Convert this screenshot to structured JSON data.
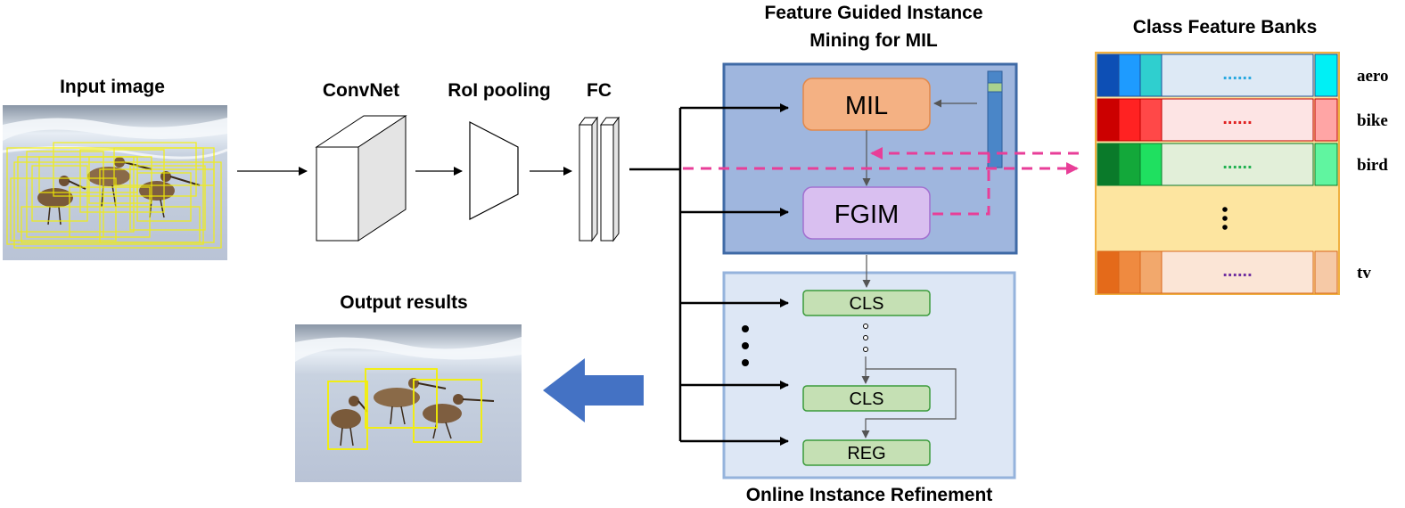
{
  "labels": {
    "input_image": "Input image",
    "convnet": "ConvNet",
    "roi_pooling": "RoI pooling",
    "fc": "FC",
    "fgim_title_line1": "Feature Guided Instance",
    "fgim_title_line2": "Mining for MIL",
    "output_results": "Output results",
    "online_refinement": "Online Instance Refinement",
    "class_feature_banks": "Class Feature Banks"
  },
  "modules": {
    "mil": "MIL",
    "fgim": "FGIM",
    "cls_1": "CLS",
    "cls_2": "CLS",
    "reg": "REG"
  },
  "class_banks": [
    {
      "label": "aero",
      "dots": "......",
      "dot_color": "#29a9e0",
      "cells": [
        "#0d4fb5",
        "#1e9bff",
        "#2fcfcf"
      ],
      "mid_color": "#dde9f5",
      "end_color": "#00f0f5",
      "border": "#1f4e9a"
    },
    {
      "label": "bike",
      "dots": "......",
      "dot_color": "#e02020",
      "cells": [
        "#cc0000",
        "#ff2222",
        "#ff4848"
      ],
      "mid_color": "#fde4e4",
      "end_color": "#ffa5a5",
      "border": "#c00000"
    },
    {
      "label": "bird",
      "dots": "......",
      "dot_color": "#20b050",
      "cells": [
        "#0a7a2a",
        "#13a83a",
        "#1fe060"
      ],
      "mid_color": "#e2efd9",
      "end_color": "#60f5a0",
      "border": "#0a7a2a"
    },
    {
      "label": "tv",
      "dots": "......",
      "dot_color": "#7030a0",
      "cells": [
        "#e46a1a",
        "#ef8a40",
        "#f2a86c"
      ],
      "mid_color": "#fbe5d6",
      "end_color": "#f6c9a6",
      "border": "#d9661a"
    }
  ],
  "colors": {
    "fgim_panel_fill": "#9fb6de",
    "fgim_panel_stroke": "#3f6aa6",
    "refine_panel_fill": "#dde7f5",
    "refine_panel_stroke": "#95b3dc",
    "mil_fill": "#f4b183",
    "mil_stroke": "#e2884a",
    "fgim_fill": "#d9bff0",
    "fgim_stroke": "#a270d0",
    "small_box_fill": "#c5e0b4",
    "small_box_stroke": "#3b9b3b",
    "bank_panel_fill": "#fde5a0",
    "bank_panel_stroke": "#f0b040",
    "dashed_arrow": "#e83e98",
    "output_arrow": "#4472c4",
    "detection_box": "#f5f000"
  }
}
